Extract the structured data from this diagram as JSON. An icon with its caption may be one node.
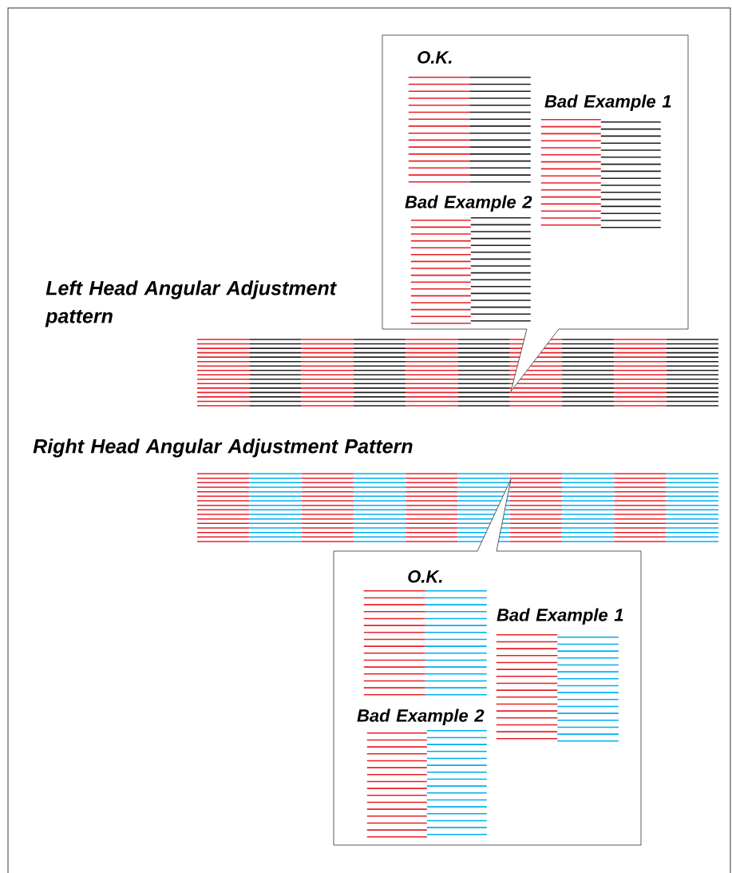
{
  "diagram": {
    "nodes": [
      {
        "text": [],
        "shape": "box"
      },
      {
        "text": [
          "O.K."
        ],
        "in": 0
      },
      {
        "text": [
          "Bad Example 1"
        ],
        "in": 0
      },
      {
        "text": [
          "Bad Example 2"
        ],
        "in": 0
      },
      {
        "text": [
          "Left Head Angular Adjustment pattern"
        ]
      },
      {
        "text": [
          "Right Head Angular Adjustment Pattern"
        ]
      },
      {
        "text": [],
        "shape": "box"
      },
      {
        "text": [
          "O.K."
        ],
        "in": 6
      },
      {
        "text": [
          "Bad Example 1"
        ],
        "in": 6
      },
      {
        "text": [
          "Bad Example 2"
        ],
        "in": 6
      }
    ]
  }
}
